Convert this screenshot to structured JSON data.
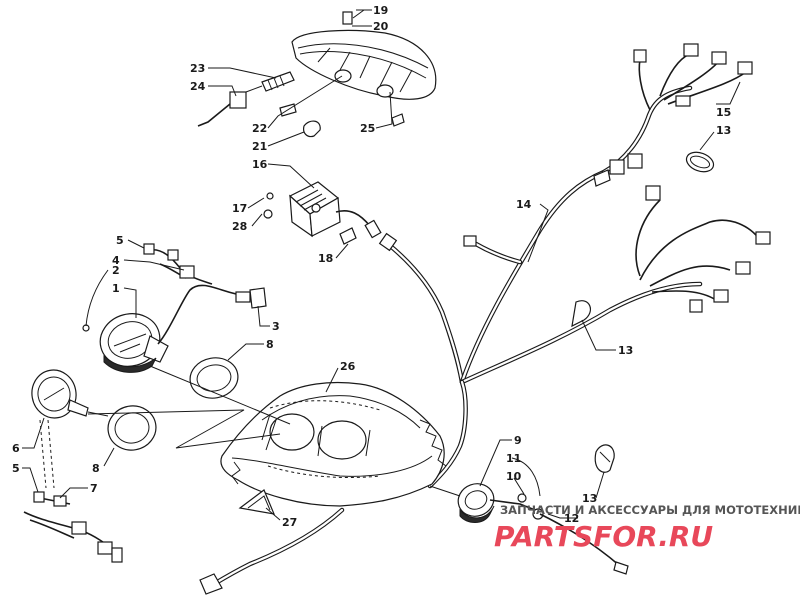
{
  "callouts": [
    {
      "id": "c19",
      "text": "19"
    },
    {
      "id": "c20",
      "text": "20"
    },
    {
      "id": "c23",
      "text": "23"
    },
    {
      "id": "c24",
      "text": "24"
    },
    {
      "id": "c22",
      "text": "22"
    },
    {
      "id": "c21",
      "text": "21"
    },
    {
      "id": "c25",
      "text": "25"
    },
    {
      "id": "c16",
      "text": "16"
    },
    {
      "id": "c17",
      "text": "17"
    },
    {
      "id": "c28",
      "text": "28"
    },
    {
      "id": "c18",
      "text": "18"
    },
    {
      "id": "c15",
      "text": "15"
    },
    {
      "id": "c13a",
      "text": "13"
    },
    {
      "id": "c14",
      "text": "14"
    },
    {
      "id": "c13b",
      "text": "13"
    },
    {
      "id": "c5a",
      "text": "5"
    },
    {
      "id": "c4",
      "text": "4"
    },
    {
      "id": "c2",
      "text": "2"
    },
    {
      "id": "c1",
      "text": "1"
    },
    {
      "id": "c3",
      "text": "3"
    },
    {
      "id": "c8a",
      "text": "8"
    },
    {
      "id": "c26",
      "text": "26"
    },
    {
      "id": "c6",
      "text": "6"
    },
    {
      "id": "c5b",
      "text": "5"
    },
    {
      "id": "c7",
      "text": "7"
    },
    {
      "id": "c8b",
      "text": "8"
    },
    {
      "id": "c27",
      "text": "27"
    },
    {
      "id": "c9",
      "text": "9"
    },
    {
      "id": "c11",
      "text": "11"
    },
    {
      "id": "c10",
      "text": "10"
    },
    {
      "id": "c13c",
      "text": "13"
    },
    {
      "id": "c12",
      "text": "12"
    }
  ],
  "watermark": {
    "tagline": "ЗАПЧАСТИ И АКСЕССУАРЫ ДЛЯ МОТОТЕХНИКИ",
    "brand": "PARTSFOR.RU",
    "brand_color": "#e8485a"
  }
}
